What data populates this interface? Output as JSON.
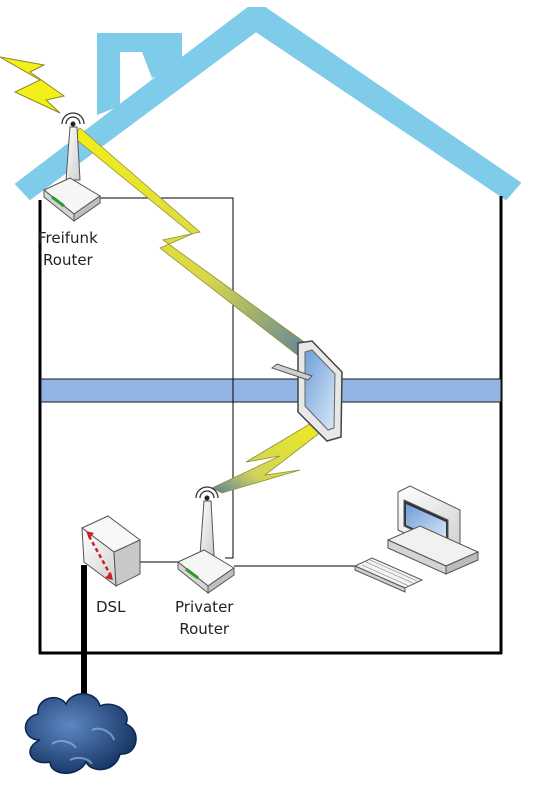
{
  "labels": {
    "freifunk_router": [
      "Freifunk",
      "Router"
    ],
    "dsl": "DSL",
    "private_router": [
      "Privater",
      "Router"
    ]
  },
  "colors": {
    "roof": "#7fcbea",
    "floor_band": "#93b5e3",
    "wall": "#000000",
    "lightning": "#f2ef1a",
    "cloud": "#1d4b86",
    "device_body": "#f2f2f2",
    "device_edge": "#555555"
  },
  "icons": [
    "lightning-bolt-icon",
    "router-icon",
    "tablet-icon",
    "computer-icon",
    "dsl-modem-icon",
    "cloud-icon"
  ]
}
